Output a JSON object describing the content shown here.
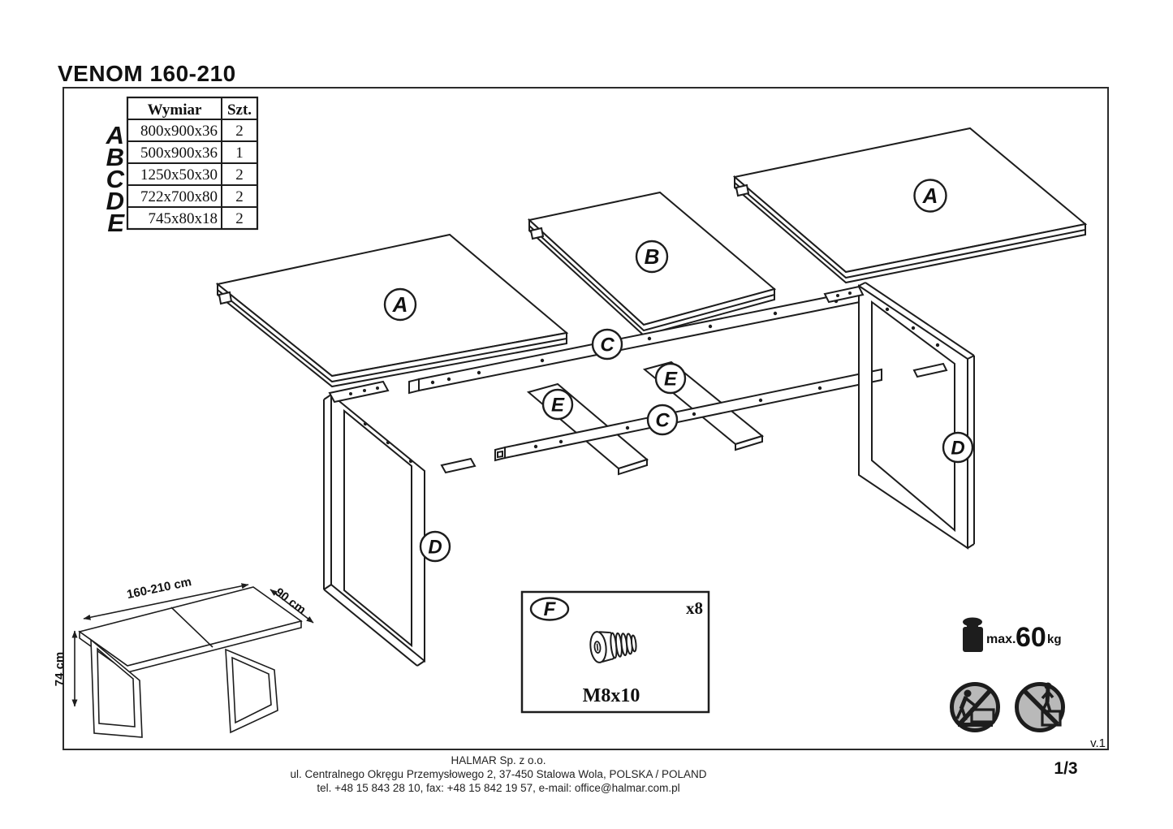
{
  "title": "VENOM 160-210",
  "parts_table": {
    "col_dim": "Wymiar",
    "col_qty": "Szt.",
    "rows": [
      {
        "label": "A",
        "dim": "800x900x36",
        "qty": "2"
      },
      {
        "label": "B",
        "dim": "500x900x36",
        "qty": "1"
      },
      {
        "label": "C",
        "dim": "1250x50x30",
        "qty": "2"
      },
      {
        "label": "D",
        "dim": "722x700x80",
        "qty": "2"
      },
      {
        "label": "E",
        "dim": "745x80x18",
        "qty": "2"
      }
    ]
  },
  "part_labels": {
    "a": "A",
    "b": "B",
    "c": "C",
    "d": "D",
    "e": "E"
  },
  "overview": {
    "length": "160-210 cm",
    "depth": "90 cm",
    "height": "74 cm"
  },
  "hardware_box": {
    "label": "F",
    "count": "x8",
    "size": "M8x10"
  },
  "max_load": {
    "prefix": "max.",
    "value": "60",
    "unit": "kg"
  },
  "footer": {
    "company": "HALMAR Sp. z o.o.",
    "address": "ul. Centralnego Okręgu Przemysłowego 2, 37-450 Stalowa Wola, POLSKA / POLAND",
    "contact": "tel. +48 15 843 28 10, fax: +48 15 842 19 57, e-mail: office@halmar.com.pl"
  },
  "version": "v.1",
  "page": "1/3",
  "colors": {
    "ink": "#1d1d1d",
    "paper": "#ffffff",
    "sign_gray": "#b9b9b9"
  }
}
